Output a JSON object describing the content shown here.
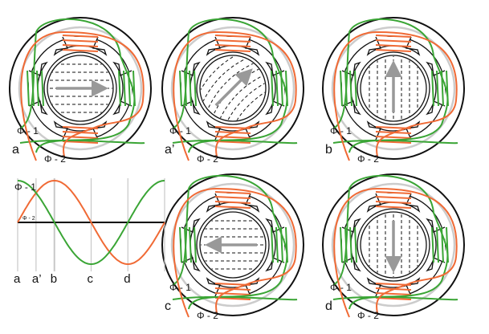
{
  "colors": {
    "phase1": "#3aa535",
    "phase2": "#f06a35",
    "field_arrow": "#999999",
    "frame": "#111111",
    "ring": "#cccccc"
  },
  "motors": [
    {
      "id": "a",
      "label": "a",
      "phase1_label": "Φ - 1",
      "phase2_label": "Φ - 2",
      "field_direction_deg": 0,
      "curved_field": false
    },
    {
      "id": "a-prime",
      "label": "a’",
      "phase1_label": "Φ - 1",
      "phase2_label": "Φ - 2",
      "field_direction_deg": 45,
      "curved_field": true
    },
    {
      "id": "b",
      "label": "b",
      "phase1_label": "Φ - 1",
      "phase2_label": "Φ - 2",
      "field_direction_deg": 90,
      "curved_field": false
    },
    {
      "id": "c",
      "label": "c",
      "phase1_label": "Φ - 1",
      "phase2_label": "Φ - 2",
      "field_direction_deg": 180,
      "curved_field": false
    },
    {
      "id": "d",
      "label": "d",
      "phase1_label": "Φ - 1",
      "phase2_label": "Φ - 2",
      "field_direction_deg": 270,
      "curved_field": false
    }
  ],
  "waveform": {
    "phase1_label": "Φ - 1",
    "phase2_label": "Φ - 2",
    "phase1_function": "cos",
    "phase2_function": "sin",
    "period_fraction_markers": [
      {
        "label": "a",
        "phase": 0
      },
      {
        "label": "a’",
        "phase": 0.125
      },
      {
        "label": "b",
        "phase": 0.25
      },
      {
        "label": "c",
        "phase": 0.5
      },
      {
        "label": "d",
        "phase": 0.75
      },
      {
        "label": "",
        "phase": 1
      }
    ]
  }
}
